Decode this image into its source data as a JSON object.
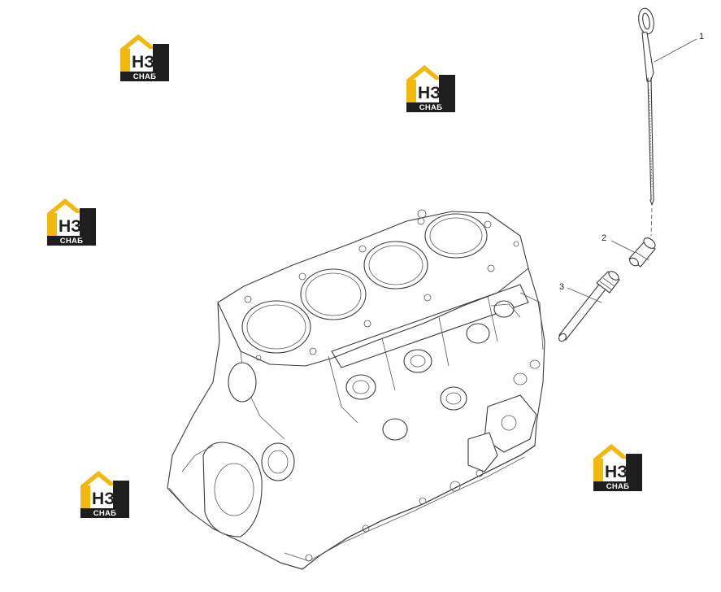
{
  "diagram": {
    "callouts": [
      {
        "id": "1",
        "label": "1"
      },
      {
        "id": "2",
        "label": "2"
      },
      {
        "id": "3",
        "label": "3"
      }
    ]
  },
  "watermark": {
    "top_text": "НЗ",
    "bottom_text": "СНАБ",
    "colors": {
      "accent": "#f2b80c",
      "dark": "#1e1e1e",
      "white": "#ffffff"
    }
  },
  "colors": {
    "line": "#3a3a3a",
    "background": "#ffffff"
  }
}
